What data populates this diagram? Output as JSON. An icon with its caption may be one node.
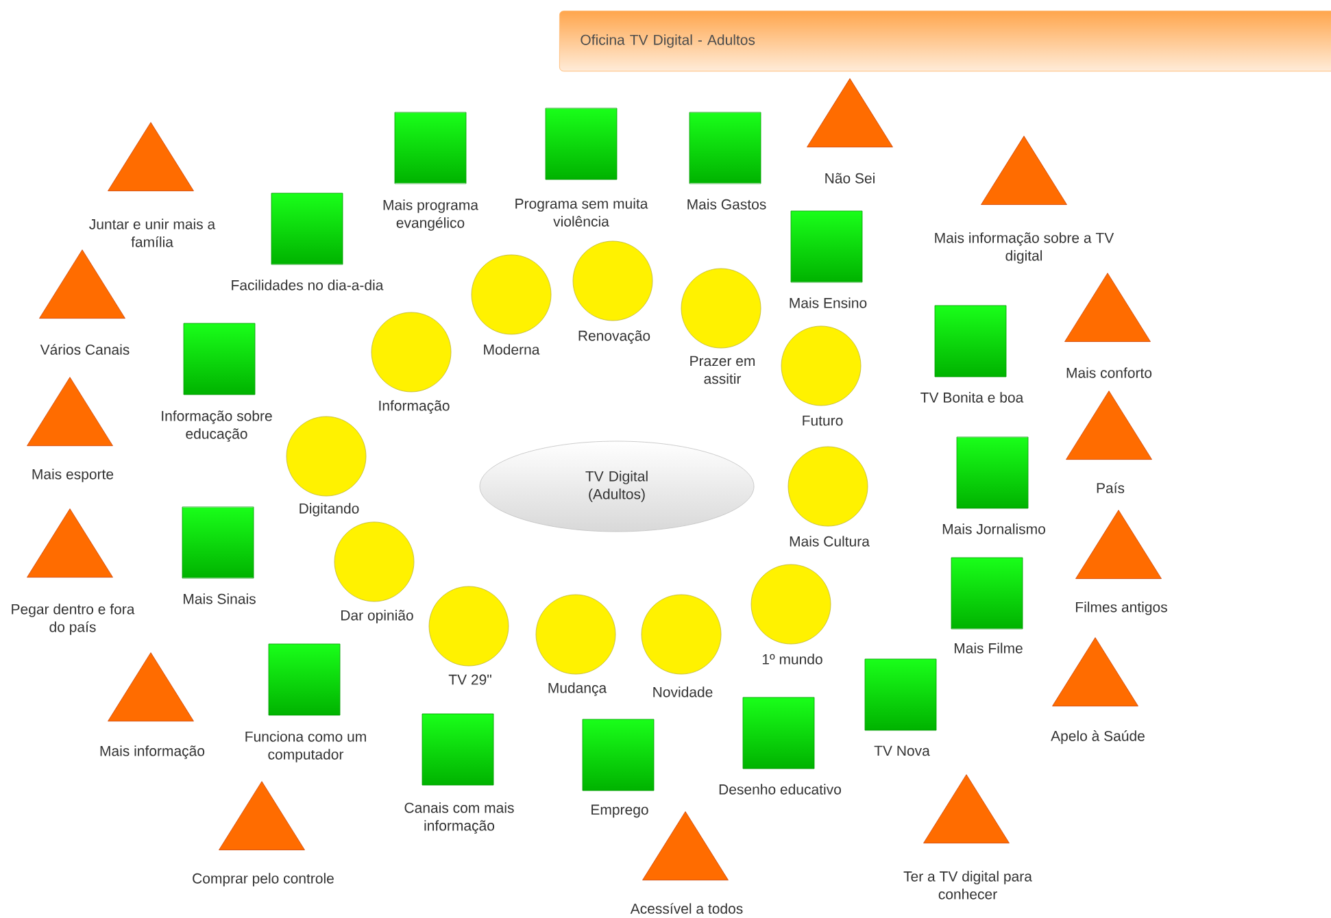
{
  "diagram": {
    "title": "Oficina TV Digital - Adultos",
    "nodes": [
      {
        "text": [
          "TV Digital (Adultos)"
        ]
      },
      {
        "text": [
          "Não Sei"
        ]
      },
      {
        "text": [
          "Programa sem muita violência"
        ]
      },
      {
        "text": [
          "Mais programa evangélico"
        ]
      },
      {
        "text": [
          "Mais Gastos"
        ]
      },
      {
        "text": [
          "Juntar e unir mais a família"
        ]
      },
      {
        "text": [
          "Mais informação sobre a TV digital"
        ]
      },
      {
        "text": [
          "Facilidades no dia-a-dia"
        ]
      },
      {
        "text": [
          "Mais Ensino"
        ]
      },
      {
        "text": [
          "Renovação"
        ]
      },
      {
        "text": [
          "Moderna"
        ]
      },
      {
        "text": [
          "Vários Canais"
        ]
      },
      {
        "text": [
          "Prazer em assitir"
        ]
      },
      {
        "text": [
          "Mais conforto"
        ]
      },
      {
        "text": [
          "TV Bonita e boa"
        ]
      },
      {
        "text": [
          "Informação"
        ]
      },
      {
        "text": [
          "Informação sobre educação"
        ]
      },
      {
        "text": [
          "Futuro"
        ]
      },
      {
        "text": [
          "Mais esporte"
        ]
      },
      {
        "text": [
          "País"
        ]
      },
      {
        "text": [
          "Digitando"
        ]
      },
      {
        "text": [
          "Mais Jornalismo"
        ]
      },
      {
        "text": [
          "Mais Cultura"
        ]
      },
      {
        "text": [
          "Mais Sinais"
        ]
      },
      {
        "text": [
          "Pegar dentro e fora do país"
        ]
      },
      {
        "text": [
          "Filmes antigos"
        ]
      },
      {
        "text": [
          "Dar opinião"
        ]
      },
      {
        "text": [
          "Mais Filme"
        ]
      },
      {
        "text": [
          "1º  mundo"
        ]
      },
      {
        "text": [
          "TV 29\""
        ]
      },
      {
        "text": [
          "Mudança"
        ]
      },
      {
        "text": [
          "Novidade"
        ]
      },
      {
        "text": [
          "Funciona como um computador"
        ]
      },
      {
        "text": [
          "TV Nova"
        ]
      },
      {
        "text": [
          "Apelo à Saúde"
        ]
      },
      {
        "text": [
          "Mais informação"
        ]
      },
      {
        "text": [
          "Desenho educativo"
        ]
      },
      {
        "text": [
          "Canais com mais informação"
        ]
      },
      {
        "text": [
          "Emprego"
        ]
      },
      {
        "text": [
          "Comprar pelo controle"
        ]
      },
      {
        "text": [
          "Ter a TV digital para conhecer"
        ]
      },
      {
        "text": [
          "Acessível a todos"
        ]
      }
    ]
  }
}
